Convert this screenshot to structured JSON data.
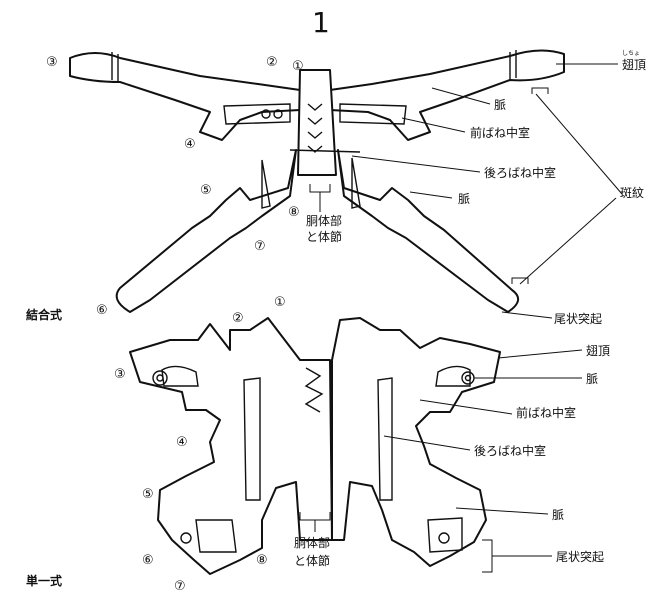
{
  "figure_number": "1",
  "upper": {
    "type_label": "結合式",
    "labels": {
      "wing_tip_ruby": "しちょ",
      "wing_tip": "翅頂",
      "vein": "脈",
      "forewing_cell": "前ばね中室",
      "hindwing_cell": "後ろばね中室",
      "vein2": "脈",
      "body_line1": "胴体部",
      "body_line2": "と体節",
      "tail": "尾状突起",
      "spots": "斑紋"
    },
    "numbers": [
      "①",
      "②",
      "③",
      "④",
      "⑤",
      "⑥",
      "⑦",
      "⑧"
    ]
  },
  "lower": {
    "type_label": "単一式",
    "labels": {
      "wing_tip": "翅頂",
      "vein": "脈",
      "forewing_cell": "前ばね中室",
      "hindwing_cell": "後ろばね中室",
      "vein2": "脈",
      "tail": "尾状突起",
      "body_line1": "胴体部",
      "body_line2": "と体節"
    },
    "numbers": [
      "①",
      "②",
      "③",
      "④",
      "⑤",
      "⑥",
      "⑦",
      "⑧"
    ]
  }
}
